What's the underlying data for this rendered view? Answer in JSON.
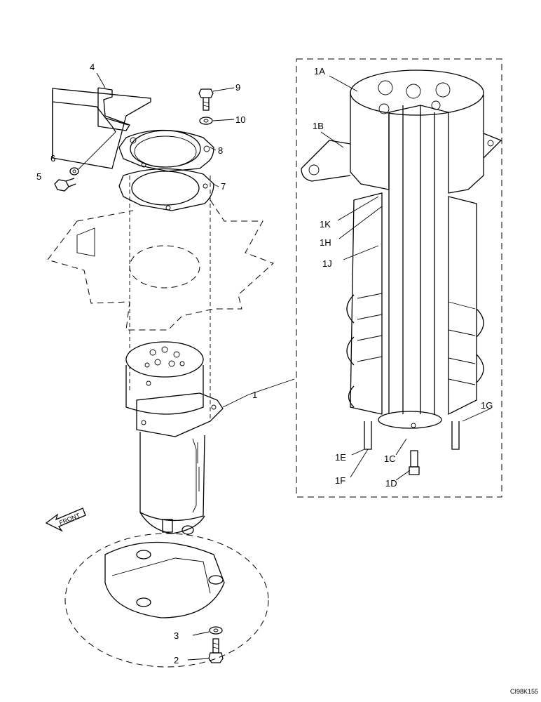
{
  "callouts": {
    "c1": "1",
    "c2": "2",
    "c3": "3",
    "c4": "4",
    "c5": "5",
    "c6": "6",
    "c7": "7",
    "c8": "8",
    "c9": "9",
    "c10": "10",
    "c1A": "1A",
    "c1B": "1B",
    "c1C": "1C",
    "c1D": "1D",
    "c1E": "1E",
    "c1F": "1F",
    "c1G": "1G",
    "c1H": "1H",
    "c1J": "1J",
    "c1K": "1K"
  },
  "front_label": "FRONT",
  "figure_code": "CI98K155"
}
